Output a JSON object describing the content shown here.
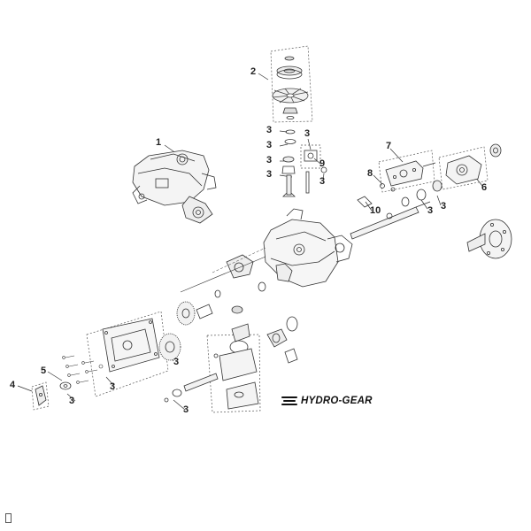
{
  "callouts": [
    {
      "id": "c1",
      "text": "1"
    },
    {
      "id": "c2",
      "text": "2"
    },
    {
      "id": "c3a",
      "text": "3"
    },
    {
      "id": "c3b",
      "text": "3"
    },
    {
      "id": "c3c",
      "text": "3"
    },
    {
      "id": "c3d",
      "text": "3"
    },
    {
      "id": "c3e",
      "text": "3"
    },
    {
      "id": "c3f",
      "text": "3"
    },
    {
      "id": "c3g",
      "text": "3"
    },
    {
      "id": "c3h",
      "text": "3"
    },
    {
      "id": "c3i",
      "text": "3"
    },
    {
      "id": "c3j",
      "text": "3"
    },
    {
      "id": "c3k",
      "text": "3"
    },
    {
      "id": "c4",
      "text": "4"
    },
    {
      "id": "c5",
      "text": "5"
    },
    {
      "id": "c6",
      "text": "6"
    },
    {
      "id": "c7",
      "text": "7"
    },
    {
      "id": "c8",
      "text": "8"
    },
    {
      "id": "c9",
      "text": "9"
    },
    {
      "id": "c10",
      "text": "10"
    }
  ],
  "brand": {
    "wordmark": "HYDRO-GEAR",
    "logo_icon": "hydro-gear-stripes-icon"
  },
  "colors": {
    "line": "#333333",
    "label": "#222222",
    "fill": "#ffffff"
  }
}
